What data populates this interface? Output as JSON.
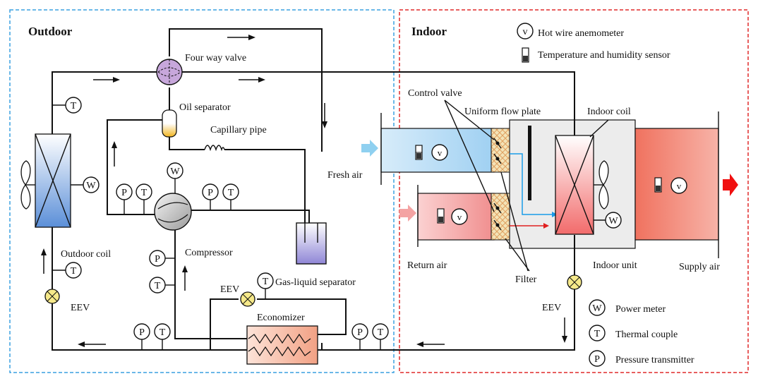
{
  "regions": {
    "outdoor": "Outdoor",
    "indoor": "Indoor"
  },
  "labels": {
    "four_way_valve": "Four way valve",
    "oil_separator": "Oil separator",
    "capillary_pipe": "Capillary pipe",
    "compressor": "Compressor",
    "outdoor_coil": "Outdoor coil",
    "eev_left": "EEV",
    "eev_mid": "EEV",
    "eev_right": "EEV",
    "gas_liquid_separator": "Gas-liquid separator",
    "economizer": "Economizer",
    "control_valve": "Control valve",
    "uniform_flow_plate": "Uniform flow plate",
    "indoor_coil": "Indoor coil",
    "fresh_air": "Fresh air",
    "return_air": "Return air",
    "filter": "Filter",
    "indoor_unit": "Indoor unit",
    "supply_air": "Supply air"
  },
  "legend": {
    "hot_wire_anemometer": "Hot wire anemometer",
    "temp_humidity_sensor": "Temperature and humidity  sensor",
    "power_meter": "Power meter",
    "thermal_couple": "Thermal couple",
    "pressure_transmitter": "Pressure transmitter"
  },
  "symbols": {
    "T": "T",
    "P": "P",
    "W": "W",
    "V": "v"
  },
  "colors": {
    "outdoor_border": "#3aa0e0",
    "indoor_border": "#e02a2a",
    "fresh_air_duct": "#aed8f5",
    "return_air_duct": "#f39b9b",
    "supply_air_duct": "#ef6a5c",
    "indoor_unit_box": "#ececec",
    "coil_blue": "#5b8fd8",
    "coil_red": "#f26b6b",
    "eev_fill": "#f6e98a",
    "four_way_valve_fill": "#c7a7db"
  }
}
